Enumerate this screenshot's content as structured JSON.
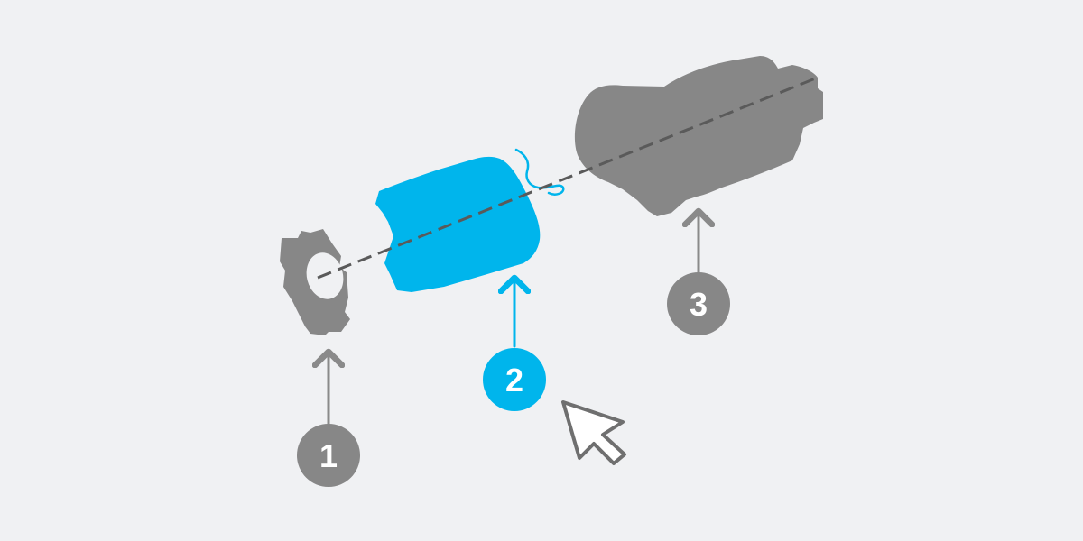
{
  "colors": {
    "background": "#f0f1f3",
    "part_gray": "#878787",
    "highlight_blue": "#00b5ec",
    "axis_line": "#5a5a5a",
    "arrow_gray": "#8a8a8a",
    "label_text": "#ffffff",
    "cursor_fill": "#ffffff",
    "cursor_stroke": "#6f6f6f"
  },
  "callouts": [
    {
      "label": "1",
      "part": "ring-washer",
      "highlighted": false
    },
    {
      "label": "2",
      "part": "blue-cylinder-component",
      "highlighted": true
    },
    {
      "label": "3",
      "part": "gray-housing",
      "highlighted": false
    }
  ],
  "icons": {
    "pointer": "mouse-pointer-icon"
  }
}
